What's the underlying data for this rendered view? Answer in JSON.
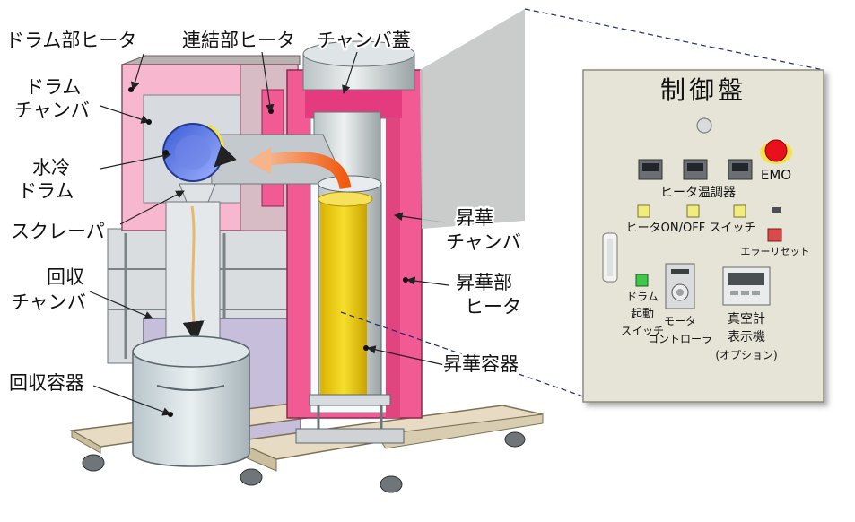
{
  "labels": {
    "drum_heater": "ドラム部ヒータ",
    "connect_heater": "連結部ヒータ",
    "chamber_lid": "チャンバ蓋",
    "drum_chamber_1": "ドラム",
    "drum_chamber_2": "チャンバ",
    "cooled_drum_1": "水冷",
    "cooled_drum_2": "ドラム",
    "scraper": "スクレーパ",
    "recovery_chamber_1": "回収",
    "recovery_chamber_2": "チャンバ",
    "recovery_vessel": "回収容器",
    "sublimation_chamber_1": "昇華",
    "sublimation_chamber_2": "チャンバ",
    "sublimation_heater_1": "昇華部",
    "sublimation_heater_2": "ヒータ",
    "sublimation_vessel": "昇華容器"
  },
  "panel": {
    "title": "制御盤",
    "emo": "EMO",
    "heater_controller": "ヒータ温調器",
    "heater_switch": "ヒータON/OFF スイッチ",
    "error_reset": "エラーリセット",
    "drum_start_1": "ドラム",
    "drum_start_2": "起動",
    "drum_start_3": "スイッチ",
    "motor_ctrl_1": "モータ",
    "motor_ctrl_2": "コントローラ",
    "gauge_1": "真空計",
    "gauge_2": "表示機",
    "gauge_3": "(オプション)"
  },
  "colors": {
    "heater_pink": "#f25a94",
    "heater_light": "#f7b8cf",
    "panel_bg": "#e6e4d6",
    "crystal_yellow": "#f3d21a",
    "flow_orange": "#f07a2a",
    "emo_red": "#e8101a",
    "switch_yellow": "#f2ec7a",
    "switch_green": "#3ec84a",
    "reset_red": "#d94b4b"
  }
}
